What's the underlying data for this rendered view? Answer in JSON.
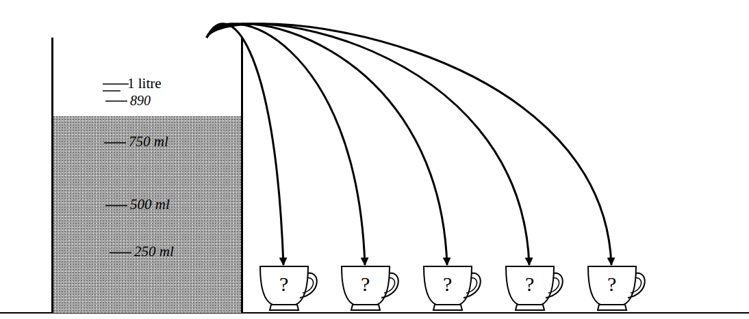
{
  "diagram": {
    "nodes": [
      {
        "text": [
          "1 litre",
          "890",
          "750 ml",
          "500 ml",
          "250 ml"
        ]
      },
      {
        "text": [
          "?"
        ]
      },
      {
        "text": [
          "?"
        ]
      },
      {
        "text": [
          "?"
        ]
      },
      {
        "text": [
          "?"
        ]
      },
      {
        "text": [
          "?"
        ]
      }
    ],
    "edges": [
      {
        "from": 0,
        "to": 1,
        "arrow": "to"
      },
      {
        "from": 0,
        "to": 2,
        "arrow": "to"
      },
      {
        "from": 0,
        "to": 3,
        "arrow": "to"
      },
      {
        "from": 0,
        "to": 4,
        "arrow": "to"
      },
      {
        "from": 0,
        "to": 5,
        "arrow": "to"
      }
    ]
  }
}
